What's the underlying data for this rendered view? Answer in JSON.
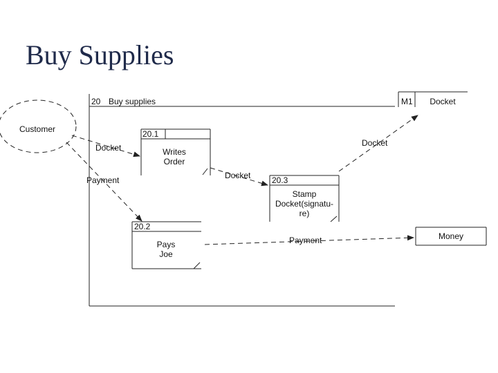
{
  "title": "Buy Supplies",
  "diagram": {
    "external_entity": "Customer",
    "frame": {
      "id": "20",
      "label": "Buy supplies"
    },
    "processes": [
      {
        "id": "20.1",
        "label_lines": [
          "Writes",
          "Order"
        ]
      },
      {
        "id": "20.3",
        "label_lines": [
          "Stamp",
          "Docket(signatu-",
          "re)"
        ]
      },
      {
        "id": "20.2",
        "label_lines": [
          "Pays",
          "Joe"
        ]
      }
    ],
    "data_stores": [
      {
        "id": "M1",
        "label": "Docket"
      },
      {
        "id": "",
        "label": "Money"
      }
    ],
    "flows": {
      "customer_to_writes": "Docket",
      "customer_to_pays": "Payment",
      "writes_to_stamp": "Docket",
      "stamp_to_store": "Docket",
      "pays_to_money": "Payment"
    }
  },
  "colors": {
    "title": "#1f2a4a",
    "lines": "#222222"
  }
}
